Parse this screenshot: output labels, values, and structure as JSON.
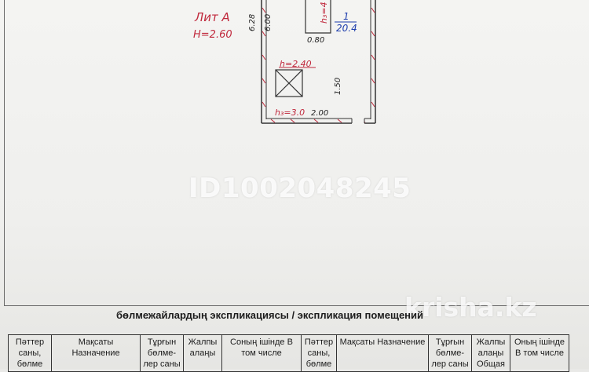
{
  "plan": {
    "lit_label": "Лит А",
    "height_label": "H=2.60",
    "room_number": "1",
    "room_area": "20.4",
    "inner_height_label": "h=2.40",
    "floor_height_label": "h₃=3.0",
    "top_height_label": "h₃=4",
    "dim_vertical_outer": "6.28",
    "dim_vertical_inner": "6.00",
    "dim_width_top": "0.80",
    "dim_bottom": "2.00",
    "dim_side": "1.50"
  },
  "watermark": "ID1002048245",
  "brand": "krisha.kz",
  "table": {
    "title": "бөлмежайлардың экспликациясы / экспликация помещений",
    "headers": [
      "Пәттер саны, бөлме",
      "Мақсаты Назначение",
      "Тұрғын бөлме-лер саны",
      "Жалпы алаңы",
      "Соның ішінде В том числе",
      "Пәттер саны, бөлме",
      "Мақсаты Назначение",
      "Тұрғын бөлме-лер саны",
      "Жалпы алаңы Общая",
      "Оның ішінде В том числе"
    ]
  }
}
